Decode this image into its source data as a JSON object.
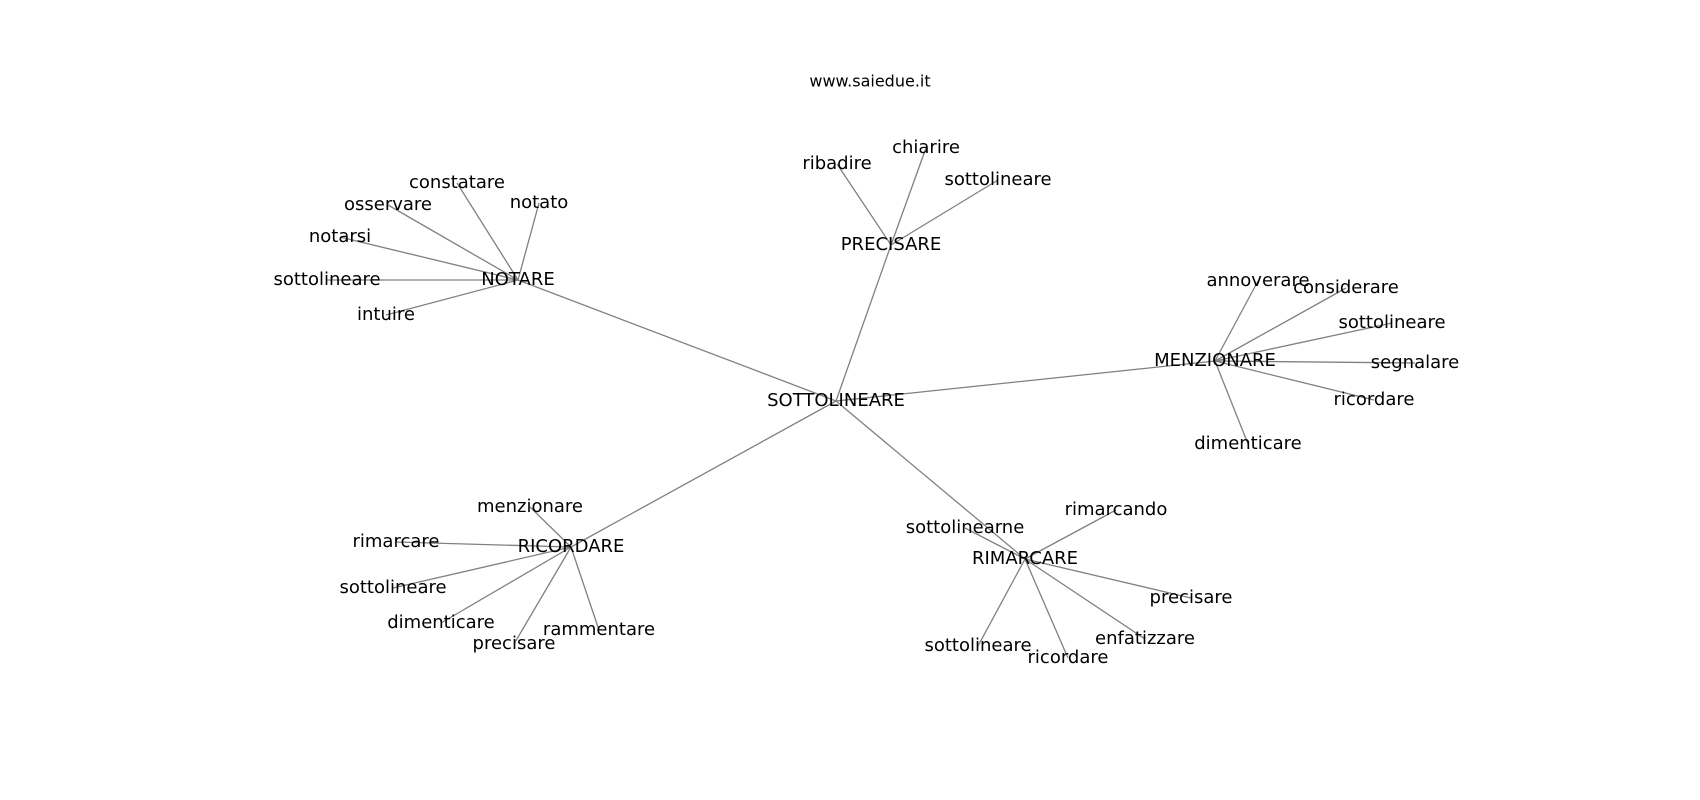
{
  "header": {
    "credit": "www.saiedue.it"
  },
  "graph": {
    "root": "SOTTOLINEARE",
    "clusters": [
      {
        "hub": "NOTARE",
        "leaves": [
          "constatare",
          "osservare",
          "notato",
          "notarsi",
          "sottolineare",
          "intuire"
        ]
      },
      {
        "hub": "PRECISARE",
        "leaves": [
          "ribadire",
          "chiarire",
          "sottolineare"
        ]
      },
      {
        "hub": "MENZIONARE",
        "leaves": [
          "annoverare",
          "considerare",
          "sottolineare",
          "segnalare",
          "ricordare",
          "dimenticare"
        ]
      },
      {
        "hub": "RICORDARE",
        "leaves": [
          "menzionare",
          "rimarcare",
          "sottolineare",
          "dimenticare",
          "precisare",
          "rammentare"
        ]
      },
      {
        "hub": "RIMARCARE",
        "leaves": [
          "sottolinearne",
          "rimarcando",
          "precisare",
          "enfatizzare",
          "ricordare",
          "sottolineare"
        ]
      }
    ]
  }
}
